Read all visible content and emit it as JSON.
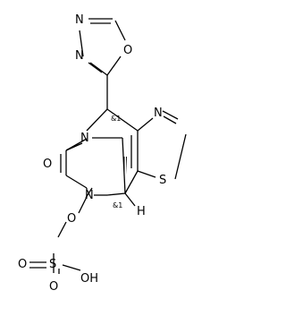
{
  "molecule": {
    "atoms": {
      "n_oxd_top": "N",
      "n_oxd_left": "N",
      "o_oxd": "O",
      "n_thiazole": "N",
      "s_thiazole": "S",
      "n_bridge": "N",
      "n_amide": "N",
      "o_carbonyl": "O",
      "o_link": "O",
      "s_sulfate": "S",
      "o_sulfate_a": "O",
      "o_sulfate_b": "O",
      "oh_sulfate": "OH",
      "h_bridgehead": "H"
    },
    "stereo_labels": {
      "upper": "&1",
      "lower": "&1"
    }
  }
}
